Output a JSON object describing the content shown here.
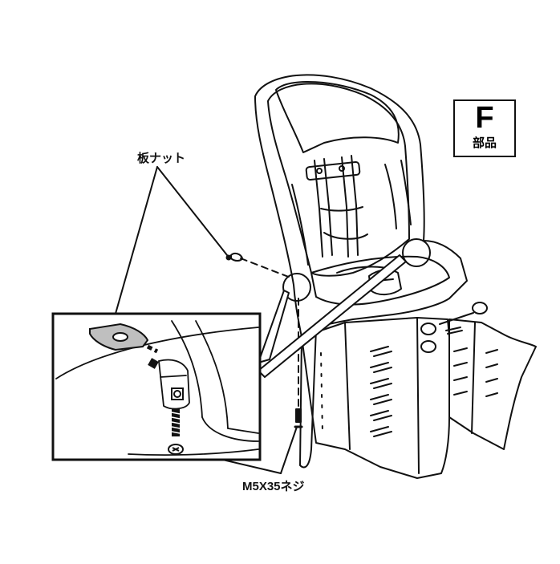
{
  "labels": {
    "plate_nut": "板ナット",
    "screw": "M5X35ネジ"
  },
  "badge": {
    "letter": "F",
    "text": "部品"
  },
  "colors": {
    "line": "#111111",
    "background": "#ffffff",
    "fill_gray": "#888888"
  }
}
